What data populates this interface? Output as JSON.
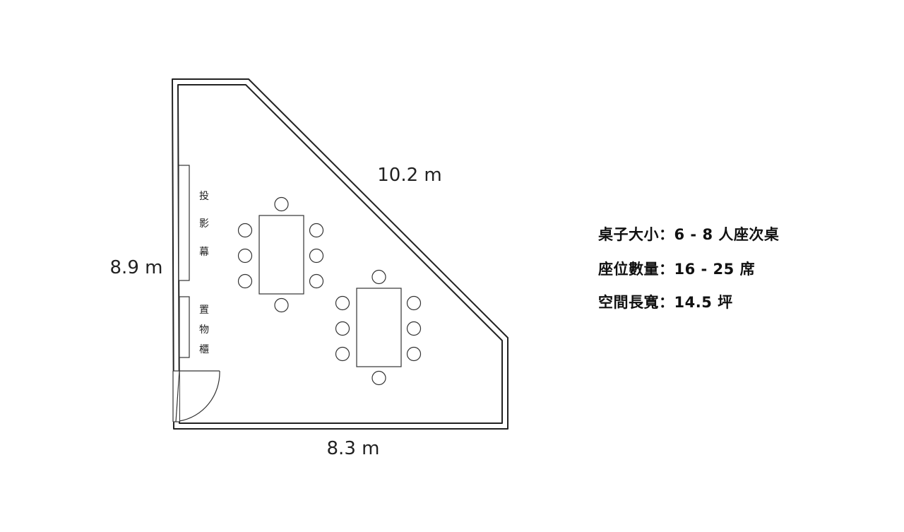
{
  "dimensions": {
    "diagonal": "10.2 m",
    "left": "8.9 m",
    "bottom": "8.3 m"
  },
  "fixtures": {
    "screen": [
      "投",
      "影",
      "幕"
    ],
    "cabinet": [
      "置",
      "物",
      "櫃"
    ]
  },
  "tables": {
    "count": 2,
    "chairs_per_table": 8
  },
  "info": [
    {
      "label": "桌子大小",
      "sep": "：",
      "value": "6 - 8 人座次桌"
    },
    {
      "label": "座位數量",
      "sep": "：",
      "value": "16 - 25 席"
    },
    {
      "label": "空間長寬",
      "sep": "：",
      "value": "14.5 坪"
    }
  ]
}
